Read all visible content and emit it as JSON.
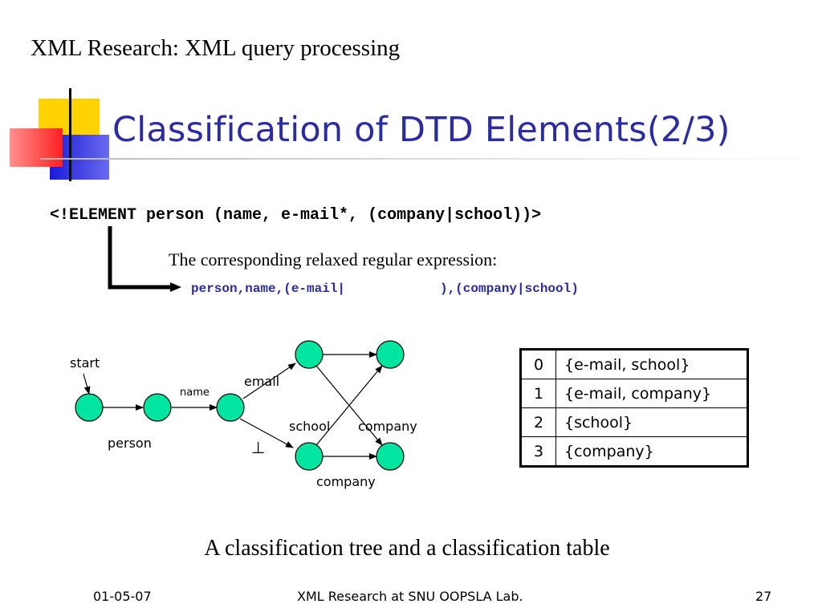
{
  "header": {
    "text": "XML Research: XML query processing"
  },
  "title": {
    "main": "Classification of DTD Elements",
    "suffix": "(2/3)"
  },
  "dtd": {
    "declaration": "<!ELEMENT person (name, e-mail*, (company|school))>"
  },
  "relaxed": {
    "caption": "The corresponding relaxed regular expression:",
    "expr_part1": "person,name,(e-mail|",
    "expr_part2": "),(company|school)"
  },
  "diagram": {
    "labels": {
      "start": "start",
      "person": "person",
      "name": "name",
      "email": "email",
      "bottom": "⊥",
      "school": "school",
      "company_right": "company",
      "company_bottom": "company"
    }
  },
  "table": {
    "rows": [
      {
        "index": "0",
        "value": "{e-mail, school}"
      },
      {
        "index": "1",
        "value": "{e-mail, company}"
      },
      {
        "index": "2",
        "value": "{school}"
      },
      {
        "index": "3",
        "value": "{company}"
      }
    ]
  },
  "caption": "A classification tree and a classification table",
  "footer": {
    "date": "01-05-07",
    "center": "XML Research at SNU OOPSLA Lab.",
    "page": "27"
  },
  "colors": {
    "title": "#2b2ba6",
    "node_fill": "#00e6a0",
    "accent_yellow": "#ffd200",
    "accent_red": "#ff4040",
    "accent_blue": "#2a2ae0"
  }
}
